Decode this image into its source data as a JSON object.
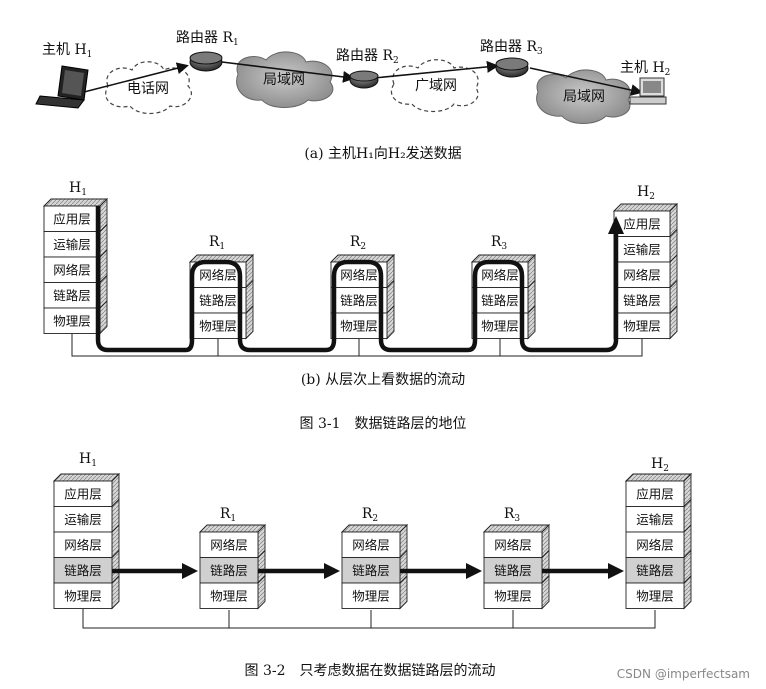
{
  "fig_a": {
    "host1": "主机 H",
    "host1_sub": "1",
    "host2": "主机 H",
    "host2_sub": "2",
    "router_prefix": "路由器 R",
    "router_subs": [
      "1",
      "2",
      "3"
    ],
    "cloud_phone": "电话网",
    "cloud_lan1": "局域网",
    "cloud_wan": "广域网",
    "cloud_lan2": "局域网",
    "caption": "(a) 主机H₁向H₂发送数据"
  },
  "fig_b": {
    "h1": "H",
    "h1_sub": "1",
    "h2": "H",
    "h2_sub": "2",
    "r_prefix": "R",
    "r_subs": [
      "1",
      "2",
      "3"
    ],
    "host_layers": [
      "应用层",
      "运输层",
      "网络层",
      "链路层",
      "物理层"
    ],
    "router_layers": [
      "网络层",
      "链路层",
      "物理层"
    ],
    "caption": "(b) 从层次上看数据的流动"
  },
  "figure_3_1": "图 3-1　数据链路层的地位",
  "figure_3_2": "图 3-2　只考虑数据在数据链路层的流动",
  "watermark": "CSDN @imperfectsam"
}
